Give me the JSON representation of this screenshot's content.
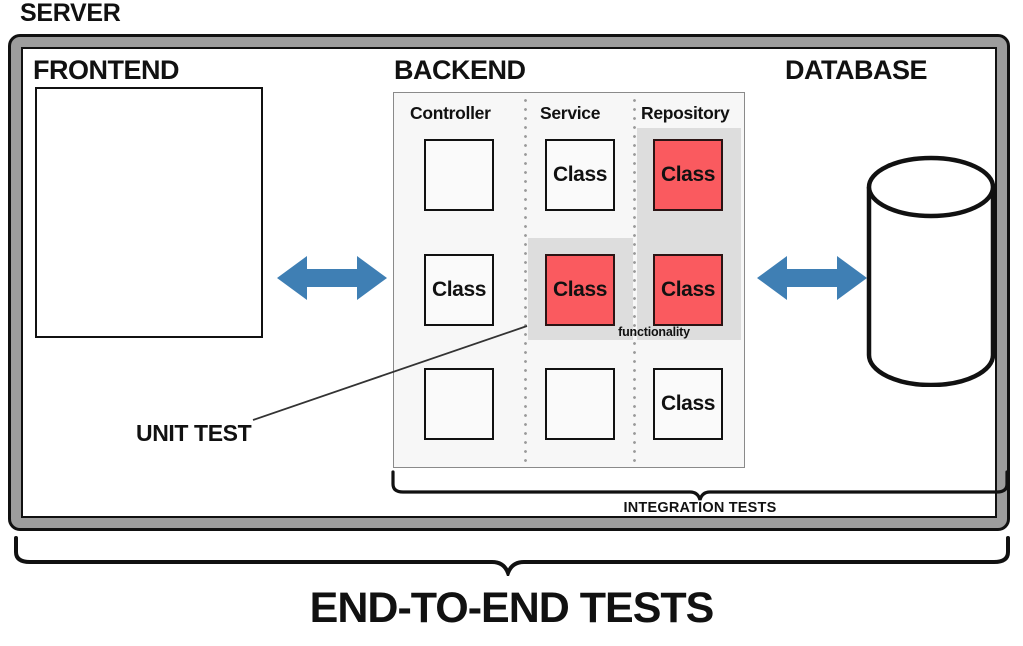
{
  "diagram": {
    "server_title": "SERVER",
    "sections": {
      "frontend": {
        "title": "FRONTEND"
      },
      "backend": {
        "title": "BACKEND",
        "columns": [
          {
            "name": "controller",
            "label": "Controller"
          },
          {
            "name": "service",
            "label": "Service"
          },
          {
            "name": "repository",
            "label": "Repository"
          }
        ],
        "cells": [
          {
            "id": "c1",
            "column": "controller",
            "row": 1,
            "label": "",
            "state": "empty"
          },
          {
            "id": "s1",
            "column": "service",
            "row": 1,
            "label": "Class",
            "state": "normal"
          },
          {
            "id": "r1",
            "column": "repository",
            "row": 1,
            "label": "Class",
            "state": "highlighted"
          },
          {
            "id": "c2",
            "column": "controller",
            "row": 2,
            "label": "Class",
            "state": "normal"
          },
          {
            "id": "s2",
            "column": "service",
            "row": 2,
            "label": "Class",
            "state": "highlighted"
          },
          {
            "id": "r2",
            "column": "repository",
            "row": 2,
            "label": "Class",
            "state": "highlighted"
          },
          {
            "id": "c3",
            "column": "controller",
            "row": 3,
            "label": "",
            "state": "empty"
          },
          {
            "id": "s3",
            "column": "service",
            "row": 3,
            "label": "",
            "state": "empty"
          },
          {
            "id": "r3",
            "column": "repository",
            "row": 3,
            "label": "Class",
            "state": "normal"
          }
        ],
        "functionality_label": "functionality"
      },
      "database": {
        "title": "DATABASE"
      }
    },
    "annotations": {
      "unit_test": "UNIT TEST",
      "integration_tests": "INTEGRATION TESTS",
      "end_to_end_tests": "END-TO-END TESTS"
    },
    "colors": {
      "highlight_red": "#fa5a5f",
      "highlight_gray": "#dddddd",
      "frame_gray": "#9d9d9d",
      "arrow_blue": "#3f7fb4",
      "outline_black": "#111111",
      "panel_background": "#f7f7f7"
    }
  }
}
